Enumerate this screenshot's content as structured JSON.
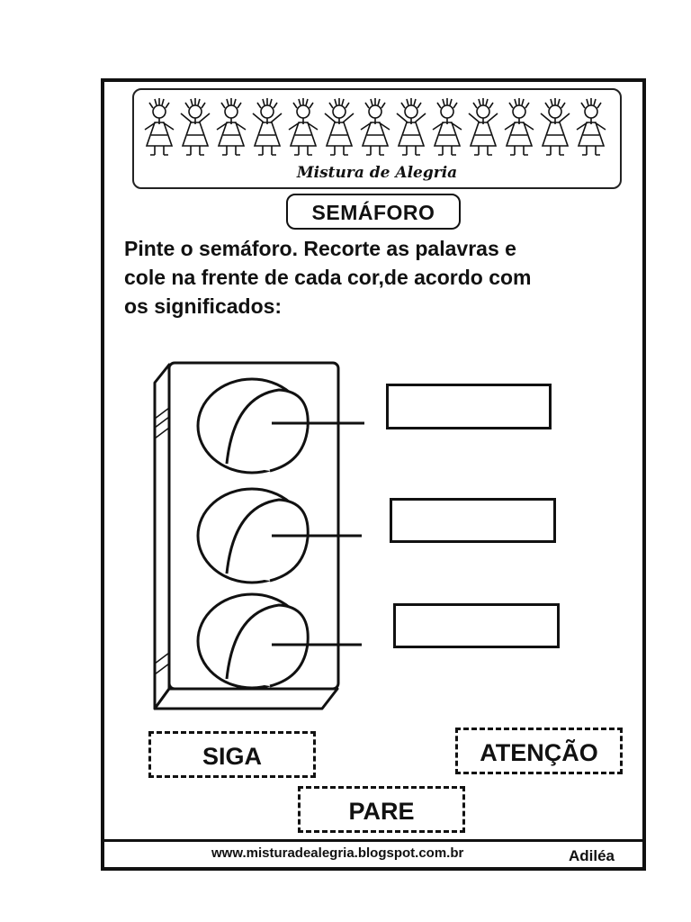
{
  "banner": {
    "title": "Mistura de Alegria",
    "figure_count": 13
  },
  "worksheet": {
    "title": "SEMÁFORO",
    "instruction_lines": [
      "Pinte o semáforo. Recorte as palavras e",
      "cole na frente de cada cor,de acordo com",
      "os  significados:"
    ]
  },
  "traffic_light": {
    "icon": "traffic-light-icon",
    "light_count": 3
  },
  "cutout_words": {
    "siga": "SIGA",
    "atencao": "ATENÇÃO",
    "pare": "PARE"
  },
  "footer": {
    "url": "www.misturadealegria.blogspot.com.br",
    "author": "Adiléa"
  }
}
